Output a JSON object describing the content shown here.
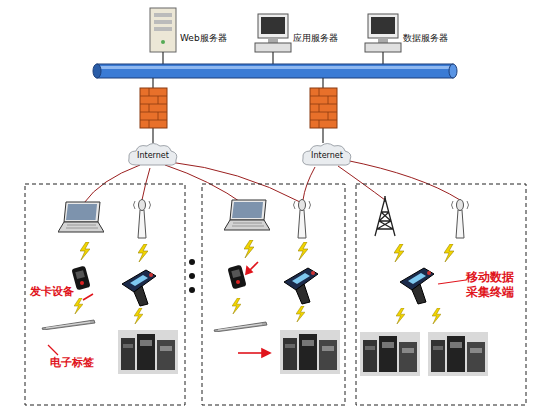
{
  "diagram": {
    "nodes": [
      {
        "text": [
          "Web服务器"
        ]
      },
      {
        "text": [
          "应用服务器"
        ]
      },
      {
        "text": [
          "数据服务器"
        ]
      },
      {
        "text": [
          "Internet"
        ]
      },
      {
        "text": [
          "Internet"
        ]
      }
    ],
    "labels": [
      "发卡设备",
      "电子标签",
      "移动数据 采集终端"
    ]
  }
}
